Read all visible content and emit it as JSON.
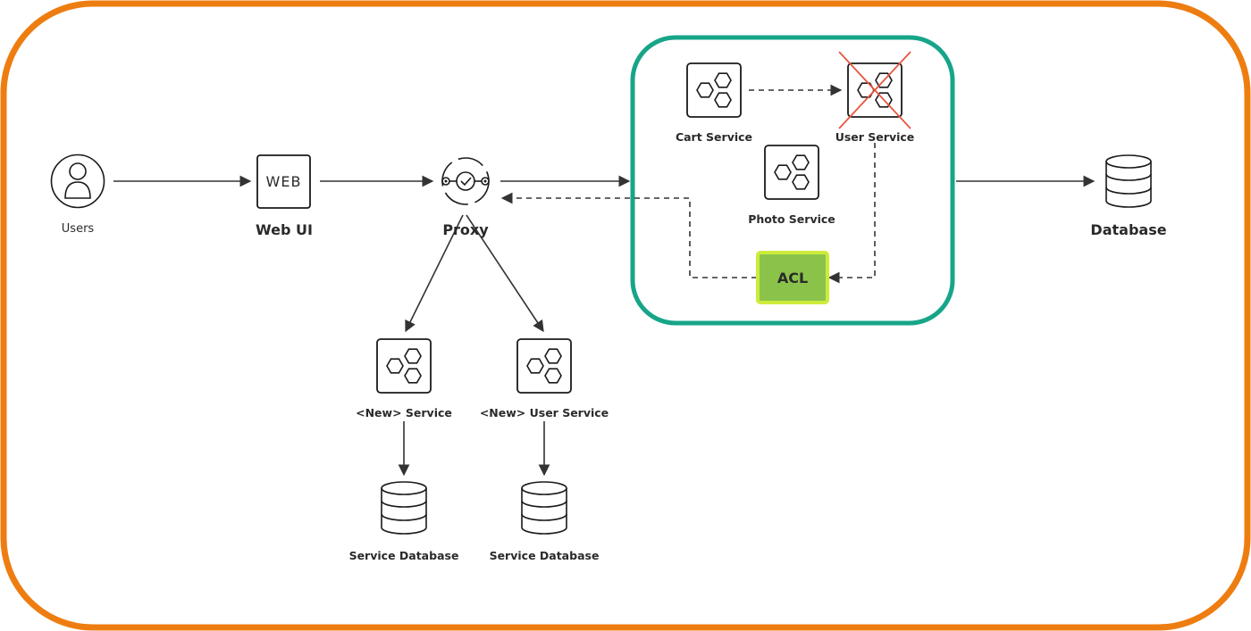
{
  "nodes": {
    "users": {
      "label": "Users",
      "icon": "user-icon"
    },
    "web_ui": {
      "label": "Web UI",
      "icon_text": "WEB"
    },
    "proxy": {
      "label": "Proxy",
      "icon": "proxy-icon"
    },
    "cart_service": {
      "label": "Cart Service",
      "icon": "service-icon"
    },
    "user_service": {
      "label": "User Service",
      "icon": "service-icon",
      "status": "removed"
    },
    "photo_service": {
      "label": "Photo Service",
      "icon": "service-icon"
    },
    "acl": {
      "label": "ACL"
    },
    "database": {
      "label": "Database",
      "icon": "database-icon"
    },
    "new_service": {
      "label": "<New> Service",
      "icon": "service-icon"
    },
    "new_user_service": {
      "label": "<New> User Service",
      "icon": "service-icon"
    },
    "service_db_1": {
      "label": "Service Database",
      "icon": "database-icon"
    },
    "service_db_2": {
      "label": "Service Database",
      "icon": "database-icon"
    }
  },
  "edges": [
    {
      "from": "users",
      "to": "web_ui",
      "style": "solid"
    },
    {
      "from": "web_ui",
      "to": "proxy",
      "style": "solid"
    },
    {
      "from": "proxy",
      "to": "legacy_system",
      "style": "solid"
    },
    {
      "from": "legacy_system",
      "to": "database",
      "style": "solid"
    },
    {
      "from": "cart_service",
      "to": "user_service",
      "style": "dashed"
    },
    {
      "from": "user_service",
      "to": "acl",
      "style": "dashed"
    },
    {
      "from": "acl",
      "to": "proxy",
      "style": "dashed"
    },
    {
      "from": "proxy",
      "to": "new_service",
      "style": "solid"
    },
    {
      "from": "proxy",
      "to": "new_user_service",
      "style": "solid"
    },
    {
      "from": "new_service",
      "to": "service_db_1",
      "style": "solid"
    },
    {
      "from": "new_user_service",
      "to": "service_db_2",
      "style": "solid"
    }
  ],
  "colors": {
    "outer_border": "#EE7D11",
    "legacy_border": "#17A589",
    "acl_fill": "#8BC34A",
    "acl_border": "#CDEB3B",
    "cross": "#E8553F",
    "line": "#333333"
  }
}
